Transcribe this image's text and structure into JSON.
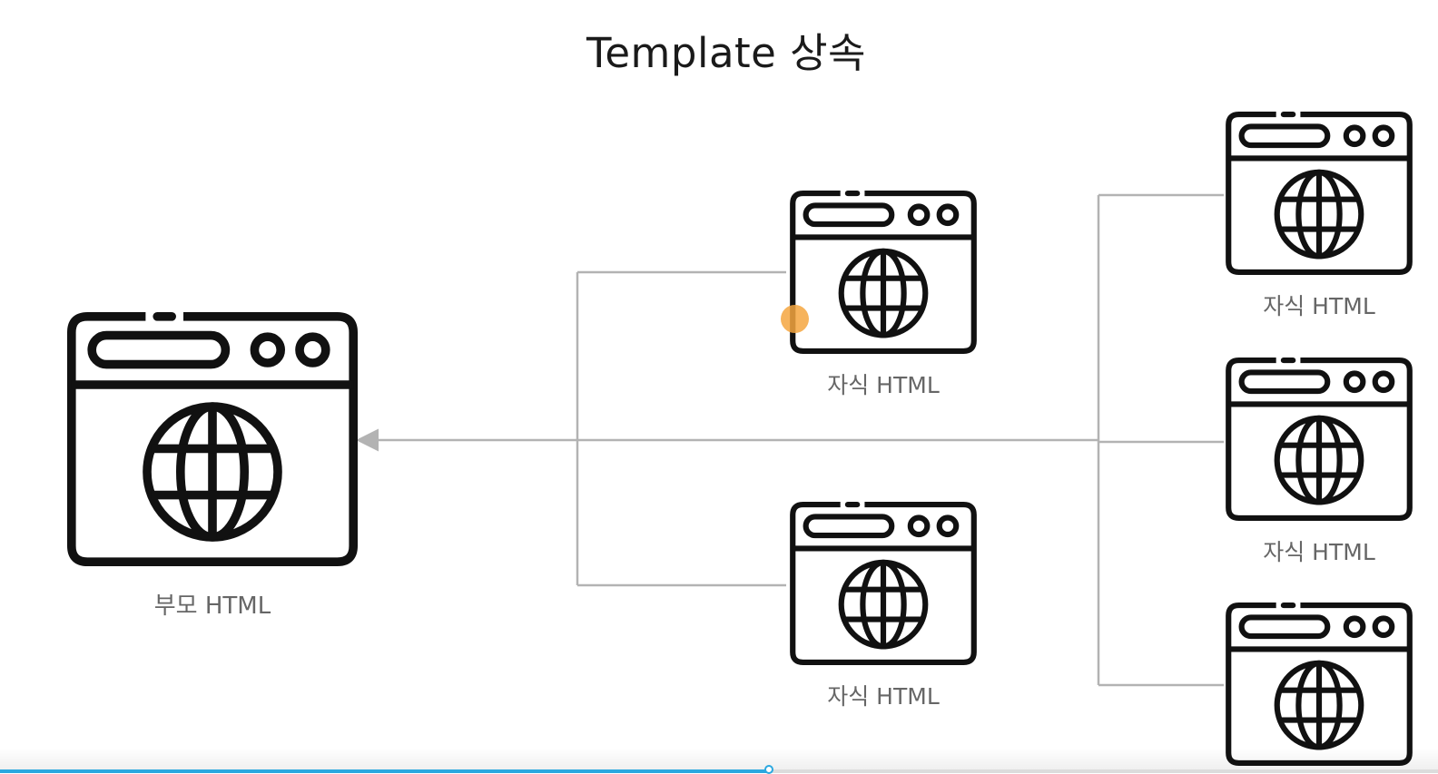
{
  "slide": {
    "title": "Template 상속"
  },
  "diagram": {
    "parent_label": "부모 HTML",
    "child_label": "자식 HTML",
    "icon": "browser-globe-icon",
    "line_color": "#b3b3b3",
    "icon_color": "#111111"
  },
  "player": {
    "progress_percent": 53.5,
    "accent_color": "#2ba8e0"
  },
  "cursor": {
    "color": "#f5a640"
  }
}
